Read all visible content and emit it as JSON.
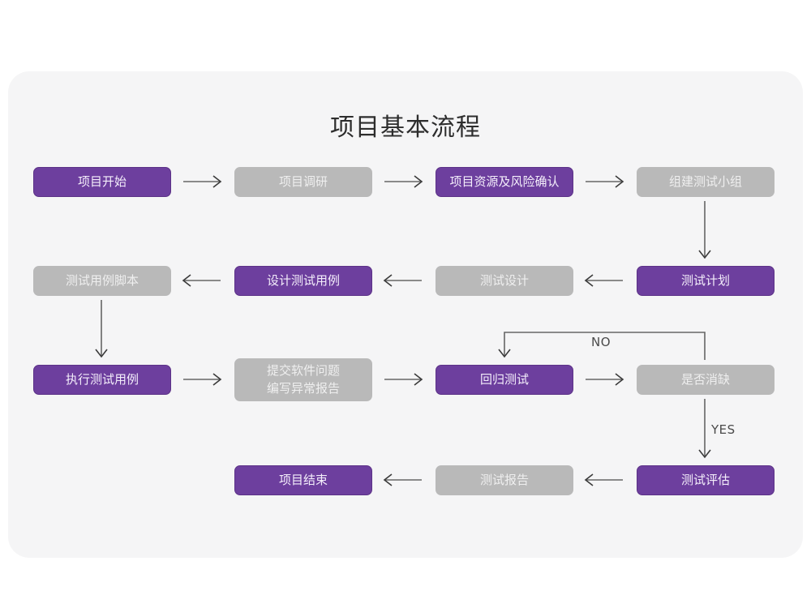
{
  "diagram": {
    "title": "项目基本流程",
    "colors": {
      "purple": "#6d3f9e",
      "gray": "#b9b9b9",
      "card_bg": "#f5f5f6",
      "page_bg": "#ffffff",
      "arrow": "#666666",
      "title_text": "#2d2d2d"
    },
    "nodes": [
      {
        "id": "n1",
        "label": "项目开始",
        "style": "purple",
        "row": 1,
        "col": 1
      },
      {
        "id": "n2",
        "label": "项目调研",
        "style": "gray",
        "row": 1,
        "col": 2
      },
      {
        "id": "n3",
        "label": "项目资源及风险确认",
        "style": "purple",
        "row": 1,
        "col": 3
      },
      {
        "id": "n4",
        "label": "组建测试小组",
        "style": "gray",
        "row": 1,
        "col": 4
      },
      {
        "id": "n5",
        "label": "测试用例脚本",
        "style": "gray",
        "row": 2,
        "col": 1
      },
      {
        "id": "n6",
        "label": "设计测试用例",
        "style": "purple",
        "row": 2,
        "col": 2
      },
      {
        "id": "n7",
        "label": "测试设计",
        "style": "gray",
        "row": 2,
        "col": 3
      },
      {
        "id": "n8",
        "label": "测试计划",
        "style": "purple",
        "row": 2,
        "col": 4
      },
      {
        "id": "n9",
        "label": "执行测试用例",
        "style": "purple",
        "row": 3,
        "col": 1
      },
      {
        "id": "n10",
        "label": "提交软件问题\n编写异常报告",
        "style": "gray",
        "row": 3,
        "col": 2
      },
      {
        "id": "n11",
        "label": "回归测试",
        "style": "purple",
        "row": 3,
        "col": 3
      },
      {
        "id": "n12",
        "label": "是否消缺",
        "style": "gray",
        "row": 3,
        "col": 4
      },
      {
        "id": "n13",
        "label": "项目结束",
        "style": "purple",
        "row": 4,
        "col": 2
      },
      {
        "id": "n14",
        "label": "测试报告",
        "style": "gray",
        "row": 4,
        "col": 3
      },
      {
        "id": "n15",
        "label": "测试评估",
        "style": "purple",
        "row": 4,
        "col": 4
      }
    ],
    "edge_labels": {
      "no": "NO",
      "yes": "YES"
    },
    "edges": [
      {
        "from": "n1",
        "to": "n2",
        "dir": "right"
      },
      {
        "from": "n2",
        "to": "n3",
        "dir": "right"
      },
      {
        "from": "n3",
        "to": "n4",
        "dir": "right"
      },
      {
        "from": "n4",
        "to": "n8",
        "dir": "down"
      },
      {
        "from": "n8",
        "to": "n7",
        "dir": "left"
      },
      {
        "from": "n7",
        "to": "n6",
        "dir": "left"
      },
      {
        "from": "n6",
        "to": "n5",
        "dir": "left"
      },
      {
        "from": "n5",
        "to": "n9",
        "dir": "down"
      },
      {
        "from": "n9",
        "to": "n10",
        "dir": "right"
      },
      {
        "from": "n10",
        "to": "n11",
        "dir": "right"
      },
      {
        "from": "n11",
        "to": "n12",
        "dir": "right"
      },
      {
        "from": "n12",
        "to": "n11",
        "dir": "loop-up",
        "label": "NO"
      },
      {
        "from": "n12",
        "to": "n15",
        "dir": "down",
        "label": "YES"
      },
      {
        "from": "n15",
        "to": "n14",
        "dir": "left"
      },
      {
        "from": "n14",
        "to": "n13",
        "dir": "left"
      }
    ]
  }
}
